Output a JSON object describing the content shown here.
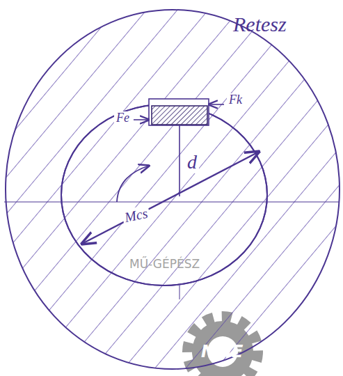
{
  "diagram": {
    "labels": [
      "Retesz",
      "Fe",
      "Fk",
      "d",
      "Mcs",
      "MŰ-GÉPÉSZ",
      "NME"
    ]
  }
}
